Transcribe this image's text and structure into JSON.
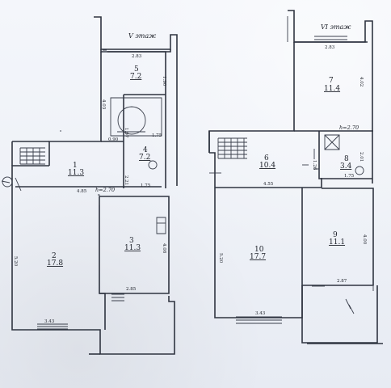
{
  "floors": [
    {
      "title": "V этаж",
      "height_note": "h=2.70",
      "rooms": [
        {
          "number": "1",
          "area": "11.3"
        },
        {
          "number": "2",
          "area": "17.8"
        },
        {
          "number": "3",
          "area": "11.3"
        },
        {
          "number": "4",
          "area": "7.2"
        },
        {
          "number": "5",
          "area": "7.2"
        }
      ],
      "dimensions": [
        "2.83",
        "1.90",
        "4.03",
        "1.97",
        "1.75",
        "0.90",
        "2.21",
        "1.75",
        "4.85",
        "5.20",
        "4.08",
        "2.85",
        "3.43"
      ]
    },
    {
      "title": "VI этаж",
      "height_note": "h=2.70",
      "rooms": [
        {
          "number": "6",
          "area": "10.4"
        },
        {
          "number": "7",
          "area": "11.4"
        },
        {
          "number": "8",
          "area": "3.4"
        },
        {
          "number": "9",
          "area": "11.1"
        },
        {
          "number": "10",
          "area": "17.7"
        }
      ],
      "dimensions": [
        "2.83",
        "4.02",
        "2.01",
        "1.75",
        "1.26",
        "4.55",
        "5.20",
        "4.00",
        "2.87",
        "3.43"
      ]
    }
  ]
}
